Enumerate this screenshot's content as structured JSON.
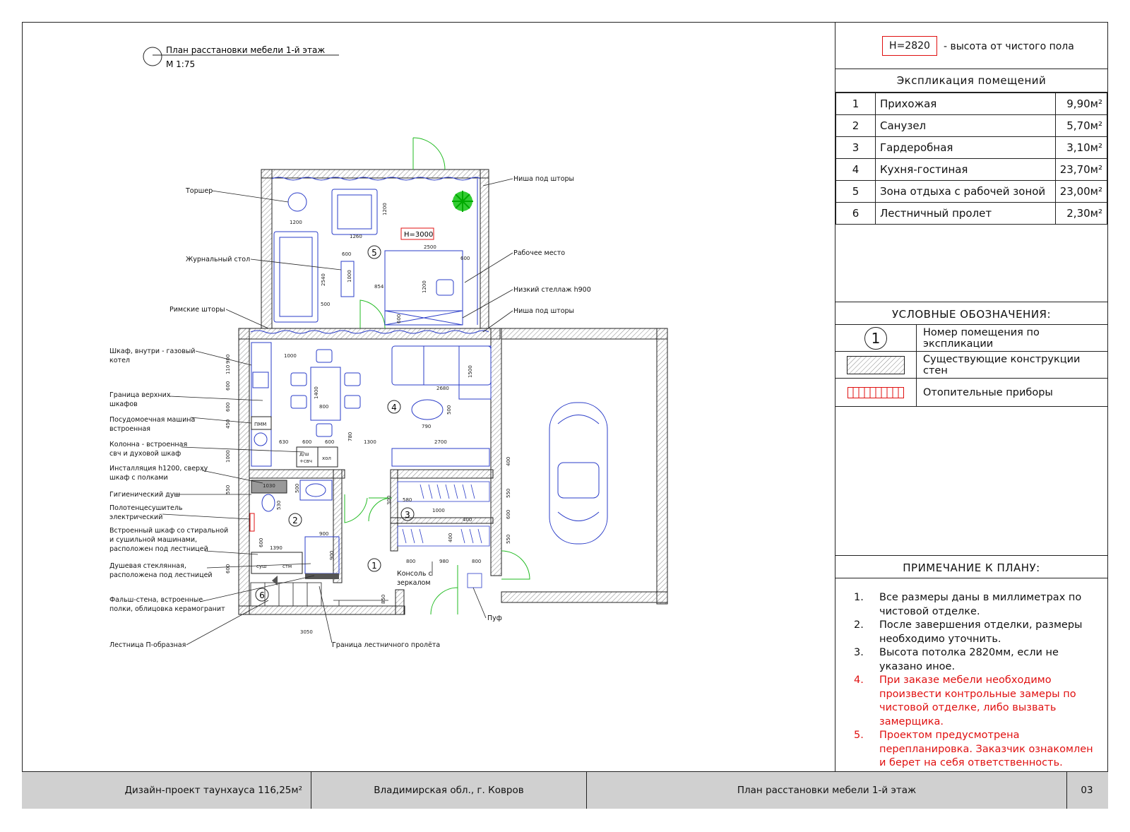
{
  "plan_title": "План расстановки мебели 1-й этаж",
  "plan_scale": "М 1:75",
  "height_tag": "Н=2820",
  "height_desc": "- высота от чистого пола",
  "room_height_tag": "Н=3000",
  "explication": {
    "title": "Экспликация помещений",
    "rooms": [
      {
        "num": "1",
        "name": "Прихожая",
        "area": "9,90м²"
      },
      {
        "num": "2",
        "name": "Санузел",
        "area": "5,70м²"
      },
      {
        "num": "3",
        "name": "Гардеробная",
        "area": "3,10м²"
      },
      {
        "num": "4",
        "name": "Кухня-гостиная",
        "area": "23,70м²"
      },
      {
        "num": "5",
        "name": "Зона отдыха с рабочей зоной",
        "area": "23,00м²"
      },
      {
        "num": "6",
        "name": "Лестничный пролет",
        "area": "2,30м²"
      }
    ]
  },
  "legend": {
    "title": "УСЛОВНЫЕ ОБОЗНАЧЕНИЯ:",
    "items": [
      {
        "symbol": "1",
        "text": "Номер помещения по экспликации"
      },
      {
        "symbol": "",
        "text": "Существующие конструкции стен"
      },
      {
        "symbol": "",
        "text": "Отопительные приборы"
      }
    ]
  },
  "notes": {
    "title": "ПРИМЕЧАНИЕ К ПЛАНУ:",
    "items": [
      {
        "num": "1.",
        "text": "Все размеры даны в миллиметрах по чистовой отделке.",
        "red": false
      },
      {
        "num": "2.",
        "text": "После завершения отделки, размеры необходимо уточнить.",
        "red": false
      },
      {
        "num": "3.",
        "text": "Высота потолка 2820мм, если не указано иное.",
        "red": false
      },
      {
        "num": "4.",
        "text": "При заказе мебели необходимо произвести контрольные замеры по чистовой отделке, либо вызвать замерщика.",
        "red": true
      },
      {
        "num": "5.",
        "text": "Проектом предусмотрена перепланировка. Заказчик ознакомлен и берет на себя ответственность.",
        "red": true
      }
    ]
  },
  "footer": {
    "project": "Дизайн-проект таунхауса 116,25м²",
    "location": "Владимирская обл., г. Ковров",
    "sheet_title": "План расстановки мебели 1-й этаж",
    "sheet_num": "03"
  },
  "callouts": {
    "torsher": "Торшер",
    "journal_table": "Журнальный стол",
    "roman_blinds": "Римские шторы",
    "cabinet_boiler_1": "Шкаф, внутри - газовый",
    "cabinet_boiler_2": "котел",
    "upper_cab_1": "Граница верхних",
    "upper_cab_2": "шкафов",
    "dishwasher_1": "Посудомоечная машина",
    "dishwasher_2": "встроенная",
    "column_1": "Колонна - встроенная",
    "column_2": "свч и духовой шкаф",
    "install_1": "Инсталляция h1200, сверху",
    "install_2": "шкаф с полками",
    "hyg_shower": "Гигиенический душ",
    "towel_1": "Полотенцесушитель",
    "towel_2": "электрический",
    "wardrobe_1": "Встроенный шкаф со стиральной",
    "wardrobe_2": "и сушильной машинами,",
    "wardrobe_3": "расположен под лестницей",
    "shower_1": "Душевая стеклянная,",
    "shower_2": "расположена под лестницей",
    "false_wall_1": "Фальш-стена, встроенные",
    "false_wall_2": "полки, облицовка керамогранит",
    "stairs": "Лестница П-образная",
    "stair_border": "Граница лестничного пролёта",
    "niche_top": "Ниша под шторы",
    "workplace": "Рабочее место",
    "low_rack": "Низкий стеллаж h900",
    "niche_mid": "Ниша под шторы",
    "console_1": "Консоль с",
    "console_2": "зеркалом",
    "puf": "Пуф",
    "pmm": "ПММ",
    "dsh": "д/ш",
    "svch": "+свч",
    "hol": "хол",
    "sush": "суш",
    "stir": "стм"
  },
  "dims": {
    "d1200a": "1200",
    "d1260": "1260",
    "d1200b": "1200",
    "d2540": "2540",
    "d600a": "600",
    "d1000a": "1000",
    "d500a": "500",
    "d854": "854",
    "d2500": "2500",
    "d600b": "600",
    "d1200c": "1200",
    "d600c": "600",
    "d1000b": "1000",
    "d1400": "1400",
    "d800a": "800",
    "d2680": "2680",
    "d1500": "1500",
    "d500b": "500",
    "d790": "790",
    "d630": "630",
    "d600d": "600",
    "d600e": "600",
    "d1300": "1300",
    "d2700": "2700",
    "d780": "780",
    "d1030": "1030",
    "d500c": "500",
    "d530": "530",
    "d900a": "900",
    "d1390": "1390",
    "d900b": "900",
    "d580": "580",
    "d1000c": "1000",
    "d400a": "400",
    "d300": "300",
    "d800b": "800",
    "d980": "980",
    "d800c": "800",
    "d850": "850",
    "d3050": "3050",
    "d400b": "400",
    "d550a": "550",
    "d600f": "600",
    "d550b": "550",
    "d900c": "900",
    "d110": "110",
    "d600g": "600",
    "d600h": "600",
    "d450": "450",
    "d1000d": "1000",
    "d550c": "550",
    "d600i": "600",
    "d600j": "600",
    "d400c": "400"
  },
  "room_numbers": [
    "1",
    "2",
    "3",
    "4",
    "5",
    "6"
  ]
}
